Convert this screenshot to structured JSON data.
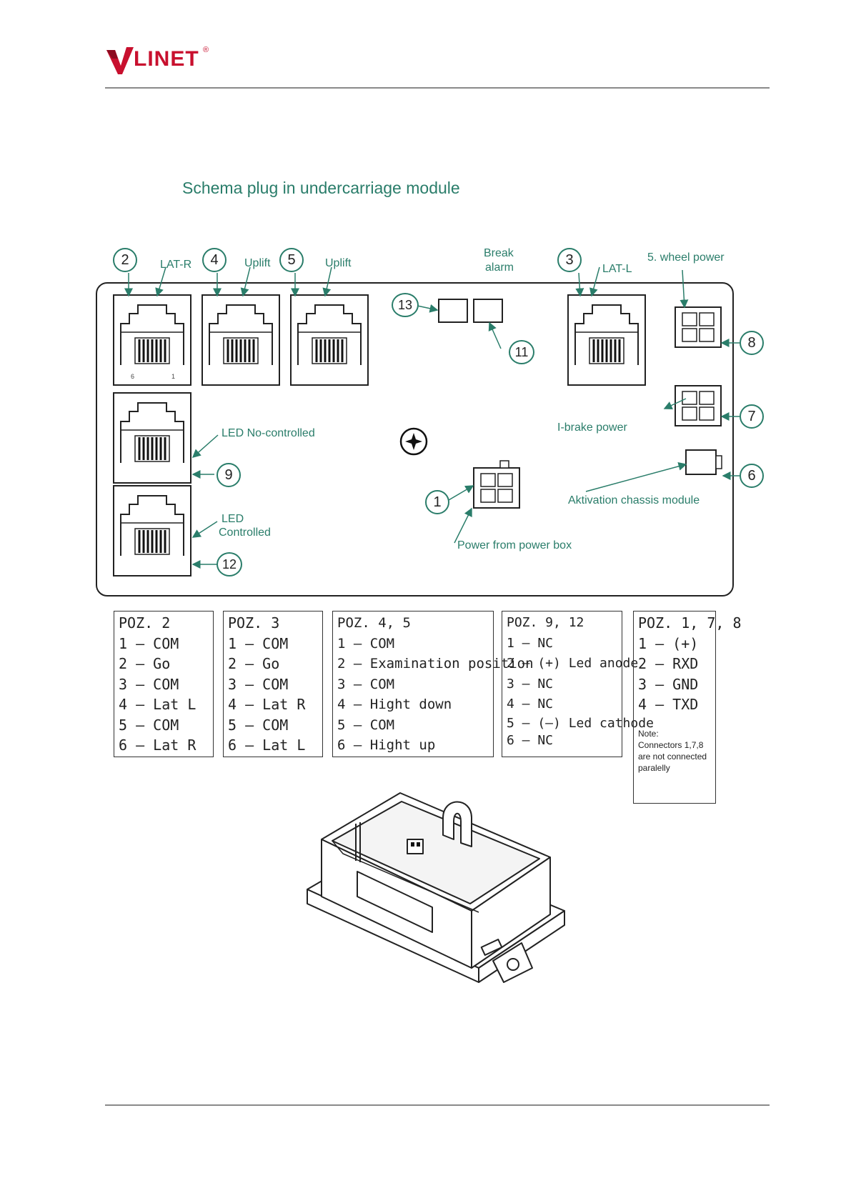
{
  "header": {
    "brand": "LINET",
    "registered": "®"
  },
  "diagram": {
    "title": "Schema plug in undercarriage module",
    "labels": {
      "lat_r": "LAT-R",
      "uplift_4": "Uplift",
      "uplift_5": "Uplift",
      "break_alarm_1": "Break",
      "break_alarm_2": "alarm",
      "lat_l": "LAT-L",
      "wheel_power": "5. wheel power",
      "ibrake_power": "I-brake power",
      "led_no_controlled": "LED No-controlled",
      "led_controlled_1": "LED",
      "led_controlled_2": "Controlled",
      "power_from_box": "Power from power box",
      "aktivation": "Aktivation chassis module"
    },
    "markers": {
      "m2": "2",
      "m4": "4",
      "m5": "5",
      "m3": "3",
      "m13": "13",
      "m11": "11",
      "m8": "8",
      "m7": "7",
      "m9": "9",
      "m12": "12",
      "m1": "1",
      "m6": "6"
    },
    "rj_pin_labels": {
      "left": "6",
      "right": "1"
    }
  },
  "tables": [
    {
      "head": "POZ. 2",
      "rows": [
        "1 – COM",
        "2 – Go",
        "3 – COM",
        "4 – Lat L",
        "5 – COM",
        "6 – Lat R"
      ]
    },
    {
      "head": "POZ. 3",
      "rows": [
        "1 – COM",
        "2 – Go",
        "3 – COM",
        "4 – Lat R",
        "5 – COM",
        "6 – Lat L"
      ]
    },
    {
      "head": "POZ. 4, 5",
      "rows": [
        "1 – COM",
        "2 – Examination position",
        "3 – COM",
        "4 – Hight down",
        "5 – COM",
        "6 – Hight up"
      ]
    },
    {
      "head": "POZ. 9, 12",
      "rows": [
        "1 – NC",
        "2 – (+) Led anode",
        "3 – NC",
        "4 – NC",
        "5 – (–) Led cathode",
        "6 – NC"
      ]
    },
    {
      "head": "POZ. 1, 7, 8",
      "rows": [
        "1 – (+)",
        "2 – RXD",
        "3 – GND",
        "4 – TXD"
      ],
      "note": [
        "Note:",
        "Connectors 1,7,8",
        "are not connected",
        "paralelly"
      ]
    }
  ]
}
